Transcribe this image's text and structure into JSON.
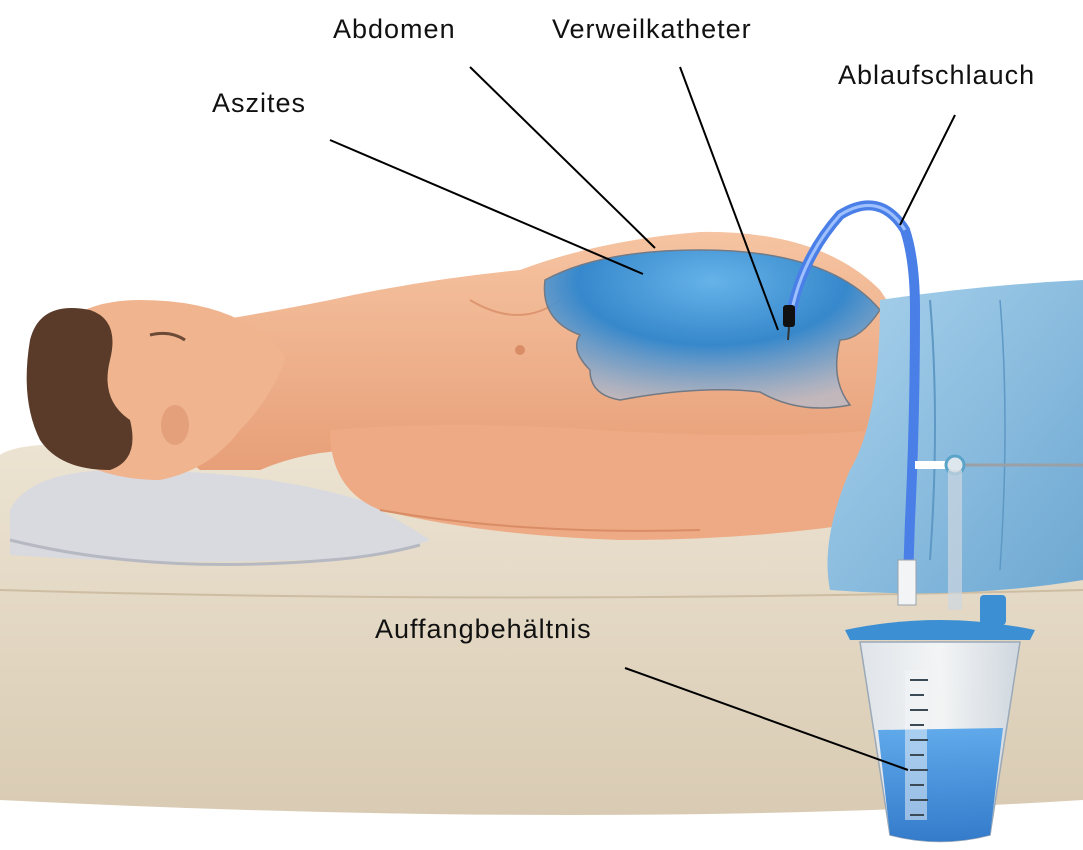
{
  "labels": {
    "abdomen": "Abdomen",
    "verweilkatheter": "Verweilkatheter",
    "aszites": "Aszites",
    "ablaufschlauch": "Ablaufschlauch",
    "auffangbehaeltnis": "Auffangbehältnis"
  },
  "colors": {
    "bed": "#e4d9c6",
    "skin": "#f1b48f",
    "hair": "#5a3b2a",
    "pillow": "#dcdde2",
    "sheet": "#7fb7dc",
    "ascites_fluid": "#2e8fd6",
    "drain_tube": "#4a7fe8",
    "container_lid": "#3b8fd2",
    "container_fluid": "#3d8ee0",
    "leader_line": "#000000"
  }
}
